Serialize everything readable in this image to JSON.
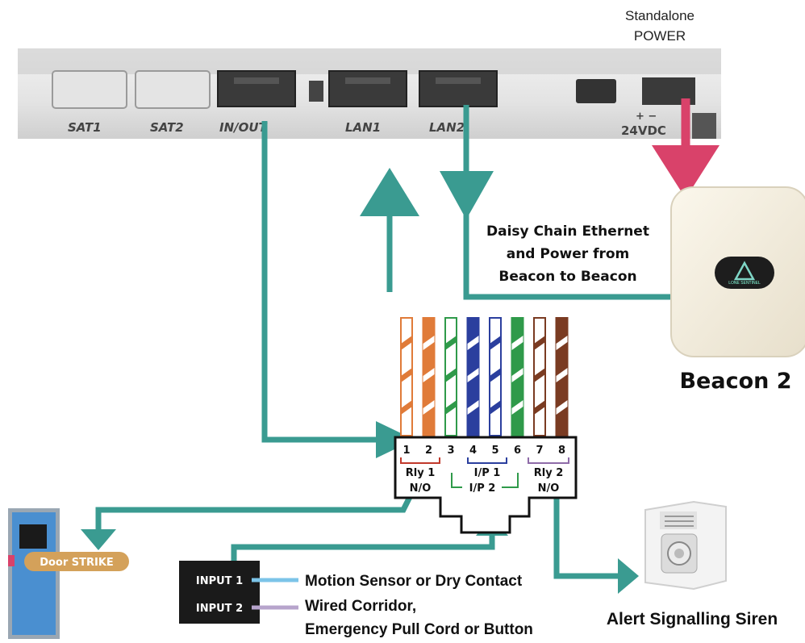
{
  "power_label": {
    "line1": "Standalone",
    "line2": "POWER"
  },
  "ports": [
    "SAT1",
    "SAT2",
    "IN/OUT",
    "LAN1",
    "LAN2"
  ],
  "power_port": {
    "polarity": "+ −",
    "voltage": "24VDC"
  },
  "daisy_chain": {
    "line1": "Daisy Chain Ethernet",
    "line2": "and Power from",
    "line3": "Beacon to Beacon"
  },
  "beacon": {
    "label": "Beacon 2",
    "badge": "LONE SENTINEL"
  },
  "terminal": {
    "pins": [
      "1",
      "2",
      "3",
      "4",
      "5",
      "6",
      "7",
      "8"
    ],
    "rly1": {
      "name": "Rly 1",
      "mode": "N/O"
    },
    "ip1": "I/P 1",
    "ip2": "I/P 2",
    "rly2": {
      "name": "Rly 2",
      "mode": "N/O"
    }
  },
  "wire_colors": {
    "orange": "#e07b39",
    "green": "#2f9a4a",
    "blue": "#2b3f9e",
    "brown": "#7a3b22",
    "teal": "#3a9b91",
    "pink": "#d9426a"
  },
  "door": {
    "label": "Door STRIKE"
  },
  "inputs": {
    "input1": {
      "label": "INPUT 1",
      "desc": "Motion Sensor or Dry Contact",
      "color": "#7cc4e8"
    },
    "input2": {
      "label": "INPUT 2",
      "desc_line1": "Wired Corridor,",
      "desc_line2": "Emergency Pull Cord or Button",
      "color": "#b7a4cc"
    }
  },
  "siren": {
    "label": "Alert Signalling Siren"
  }
}
